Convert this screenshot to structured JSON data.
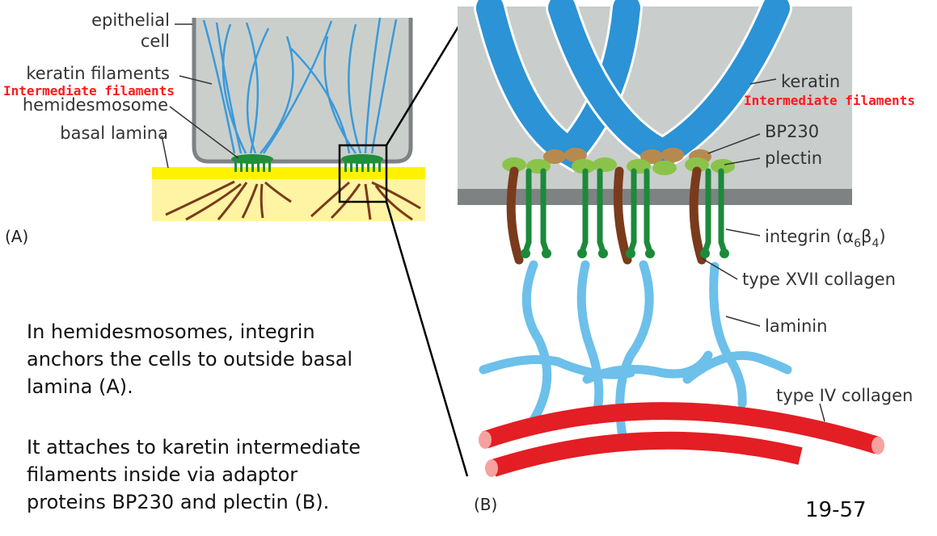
{
  "panel_a": {
    "tag": "(A)",
    "labels": {
      "epithelial_1": "epithelial",
      "epithelial_2": "cell",
      "keratin_filaments": "keratin filaments",
      "intermediate_filaments": "Intermediate filaments",
      "hemidesmosome": "hemidesmosome",
      "basal_lamina": "basal lamina"
    }
  },
  "panel_b": {
    "tag": "(B)",
    "labels": {
      "keratin": "keratin",
      "intermediate_filaments": "Intermediate filaments",
      "bp230": "BP230",
      "plectin": "plectin",
      "integrin": "integrin (α",
      "integrin_sub1": "6",
      "integrin_mid": "β",
      "integrin_sub2": "4",
      "integrin_end": ")",
      "type_xvii_collagen": "type XVII collagen",
      "laminin": "laminin",
      "type_iv_collagen": "type IV collagen"
    }
  },
  "caption": {
    "p1_l1": "In hemidesmosomes, integrin",
    "p1_l2": "anchors the cells to outside basal",
    "p1_l3": "lamina (A).",
    "p2_l1": "It attaches to karetin intermediate",
    "p2_l2": "filaments inside via adaptor",
    "p2_l3": "proteins BP230 and plectin (B)."
  },
  "page_number": "19-57",
  "colors": {
    "cell_fill": "#cbcfcc",
    "membrane": "#7e8282",
    "keratin_thin": "#3a9ad9",
    "keratin_thick": "#2b93d6",
    "hemidesmosome": "#1f8f3a",
    "basal_lamina_top": "#fff200",
    "basal_lamina_fill": "#fff4a3",
    "lamina_fibers": "#7a3b1c",
    "bp230": "#b68a4f",
    "plectin": "#8bc34a",
    "integrin": "#1b8a3a",
    "collagen_xvii": "#7a3b1c",
    "laminin": "#6cc0ea",
    "collagen_iv": "#e31e24",
    "collagen_iv_end": "#f7a1a1",
    "red_label": "#ff1a1a"
  }
}
